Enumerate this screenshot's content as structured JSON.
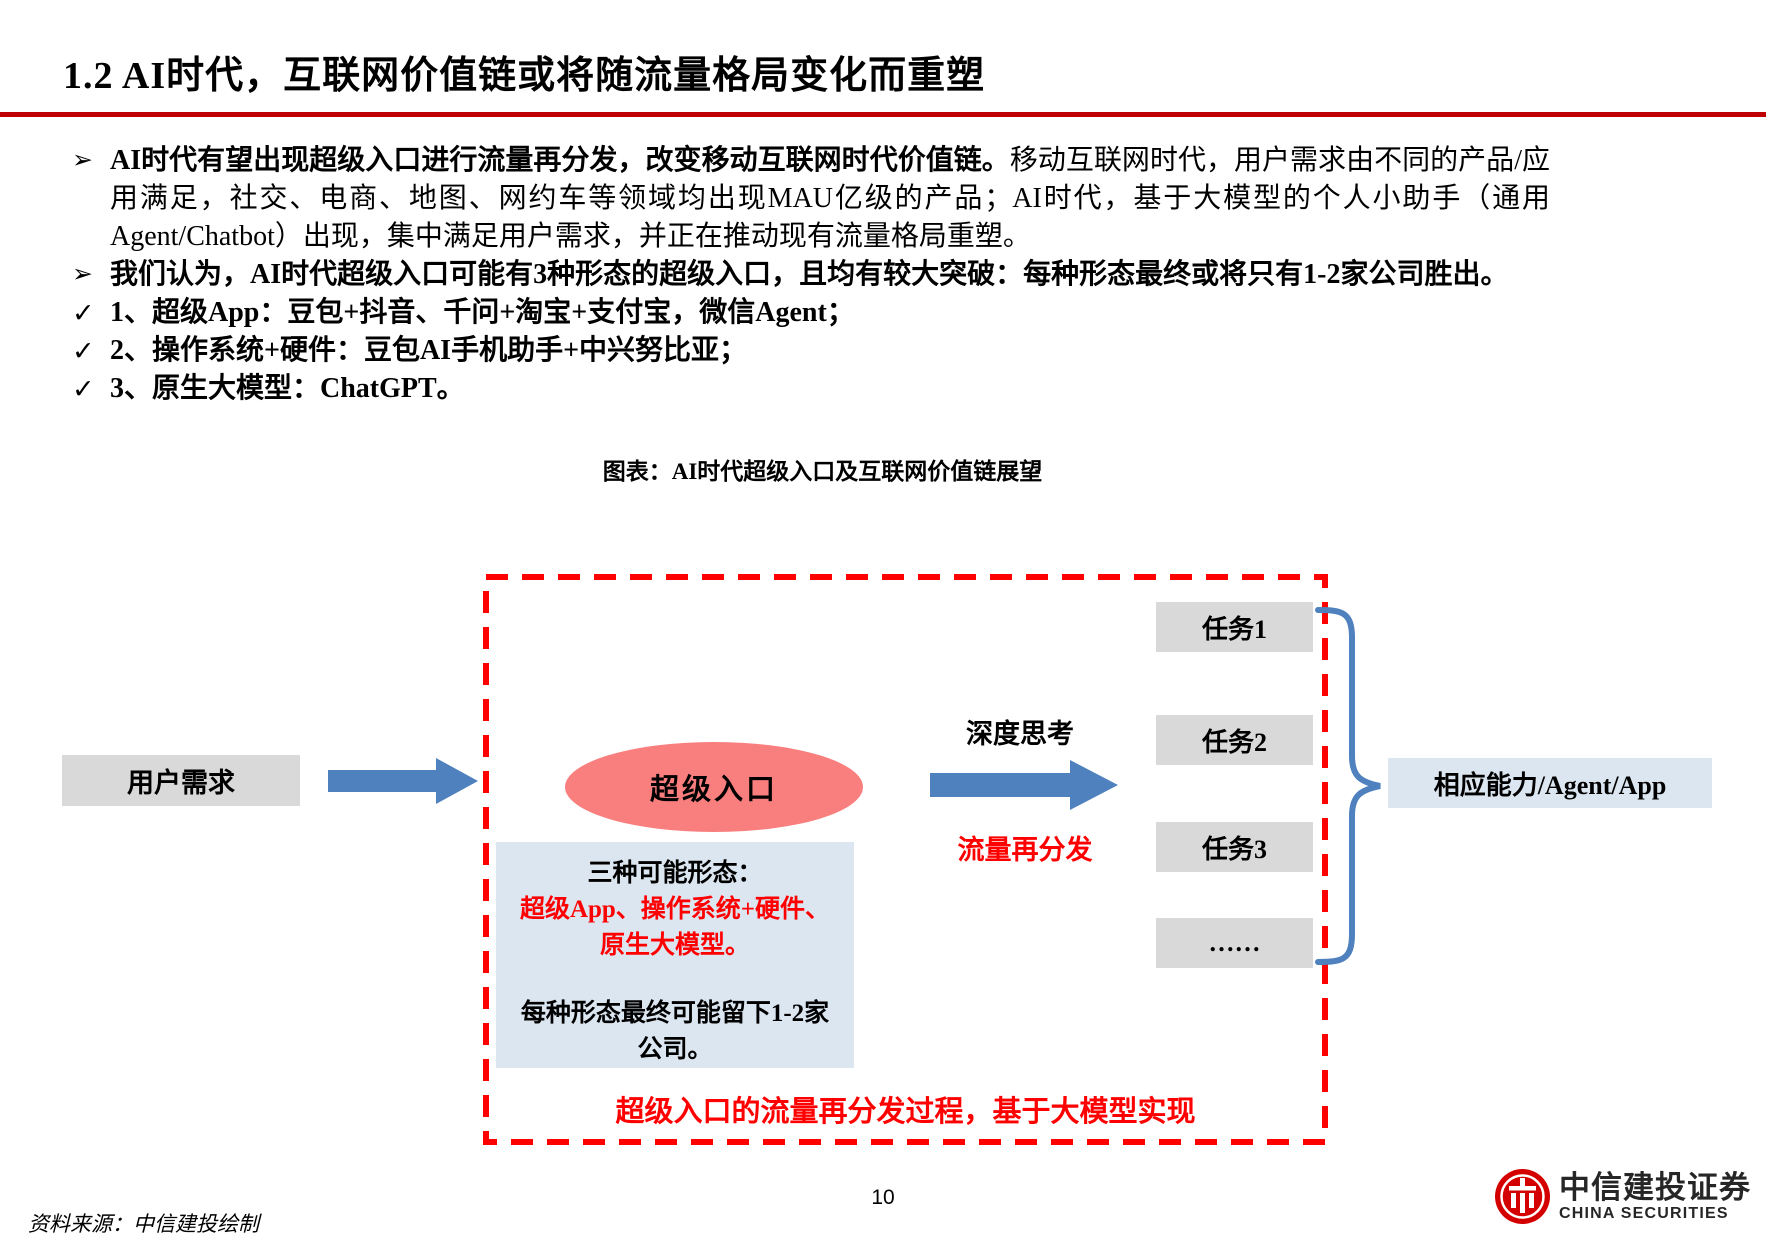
{
  "slide": {
    "title": "1.2 AI时代，互联网价值链或将随流量格局变化而重塑",
    "page_number": "10",
    "source_note": "资料来源：中信建投绘制"
  },
  "bullets": {
    "item1": {
      "marker": "➢",
      "bold": "AI时代有望出现超级入口进行流量再分发，改变移动互联网时代价值链。",
      "rest": "移动互联网时代，用户需求由不同的产品/应用满足，社交、电商、地图、网约车等领域均出现MAU亿级的产品；AI时代，基于大模型的个人小助手（通用Agent/Chatbot）出现，集中满足用户需求，并正在推动现有流量格局重塑。"
    },
    "item2": {
      "marker": "➢",
      "bold": "我们认为，AI时代超级入口可能有3种形态的超级入口，且均有较大突破：每种形态最终或将只有1-2家公司胜出。"
    },
    "check1": {
      "marker": "✓",
      "text": "1、超级App：豆包+抖音、千问+淘宝+支付宝，微信Agent；"
    },
    "check2": {
      "marker": "✓",
      "text": "2、操作系统+硬件：豆包AI手机助手+中兴努比亚；"
    },
    "check3": {
      "marker": "✓",
      "text": "3、原生大模型：ChatGPT。"
    }
  },
  "figure": {
    "caption": "图表：AI时代超级入口及互联网价值链展望",
    "user_demand_label": "用户需求",
    "super_entrance_label": "超级入口",
    "deep_thinking_label": "深度思考",
    "redistribution_label": "流量再分发",
    "forms_box": {
      "line1": "三种可能形态：",
      "line2": "超级App、操作系统+硬件、",
      "line3": "原生大模型。",
      "line4": "每种形态最终可能留下1-2家",
      "line5": "公司。"
    },
    "bottom_note": "超级入口的流量再分发过程，基于大模型实现",
    "tasks": [
      "任务1",
      "任务2",
      "任务3",
      "……"
    ],
    "capability_label": "相应能力/Agent/App"
  },
  "logo": {
    "cn": "中信建投证券",
    "en": "CHINA SECURITIES"
  },
  "colors": {
    "title_rule_red": "#C00000",
    "dashed_red": "#FF0000",
    "red_text": "#FF0000",
    "arrow_blue": "#4E81BD",
    "gray_box": "#D9D9D9",
    "light_blue_box": "#DCE6F1",
    "ellipse_pink": "#F97E7E",
    "logo_red": "#D40000"
  }
}
